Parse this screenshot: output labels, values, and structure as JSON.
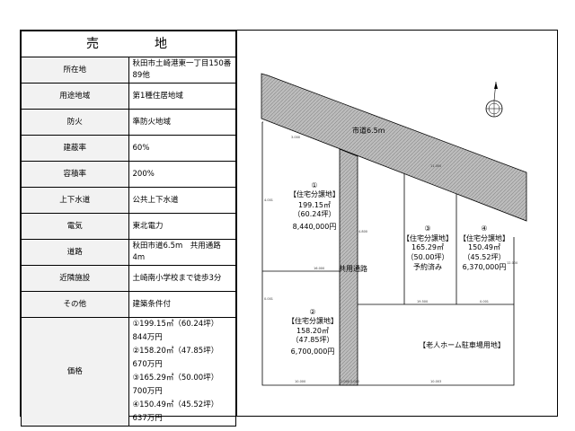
{
  "title": "売　地",
  "rows": [
    {
      "label": "所在地",
      "value": "秋田市土崎港東一丁目150番89他"
    },
    {
      "label": "用途地域",
      "value": "第1種住居地域"
    },
    {
      "label": "防火",
      "value": "準防火地域"
    },
    {
      "label": "建蔽率",
      "value": "60%"
    },
    {
      "label": "容積率",
      "value": "200%"
    },
    {
      "label": "上下水道",
      "value": "公共上下水道"
    },
    {
      "label": "電気",
      "value": "東北電力"
    },
    {
      "label": "道路",
      "value": "秋田市道6.5m　共用通路4m"
    },
    {
      "label": "近隣施設",
      "value": "土崎南小学校まで徒歩3分"
    },
    {
      "label": "その他",
      "value": "建築条件付"
    }
  ],
  "price": {
    "label": "価格",
    "lines": [
      "①199.15㎡（60.24坪）844万円",
      "②158.20㎡（47.85坪）670万円",
      "③165.29㎡（50.00坪）700万円",
      "④150.49㎡（45.52坪）637万円"
    ]
  },
  "map": {
    "road_label": "市道6.5m",
    "passage_label": "共用通路",
    "lots": [
      {
        "num": "①",
        "type": "【住宅分譲地】",
        "area": "199.15㎡",
        "tsubo": "（60.24坪）",
        "price": "8,440,000円"
      },
      {
        "num": "②",
        "type": "【住宅分譲地】",
        "area": "158.20㎡",
        "tsubo": "（47.85坪）",
        "price": "6,700,000円"
      },
      {
        "num": "③",
        "type": "【住宅分譲地】",
        "area": "165.29㎡",
        "tsubo": "（50.00坪）",
        "status": "予約済み"
      },
      {
        "num": "④",
        "type": "【住宅分譲地】",
        "area": "150.49㎡",
        "tsubo": "（45.52坪）",
        "price": "6,370,000円"
      }
    ],
    "parking_label": "【老人ホーム駐車場用地】",
    "dimensions": [
      "10.000",
      "2.000",
      "2.000",
      "10.003",
      "16.000",
      "3.000",
      "19.500",
      "0.001",
      "0.001",
      "4.001",
      "4.800",
      "12.000",
      "11.000"
    ]
  }
}
